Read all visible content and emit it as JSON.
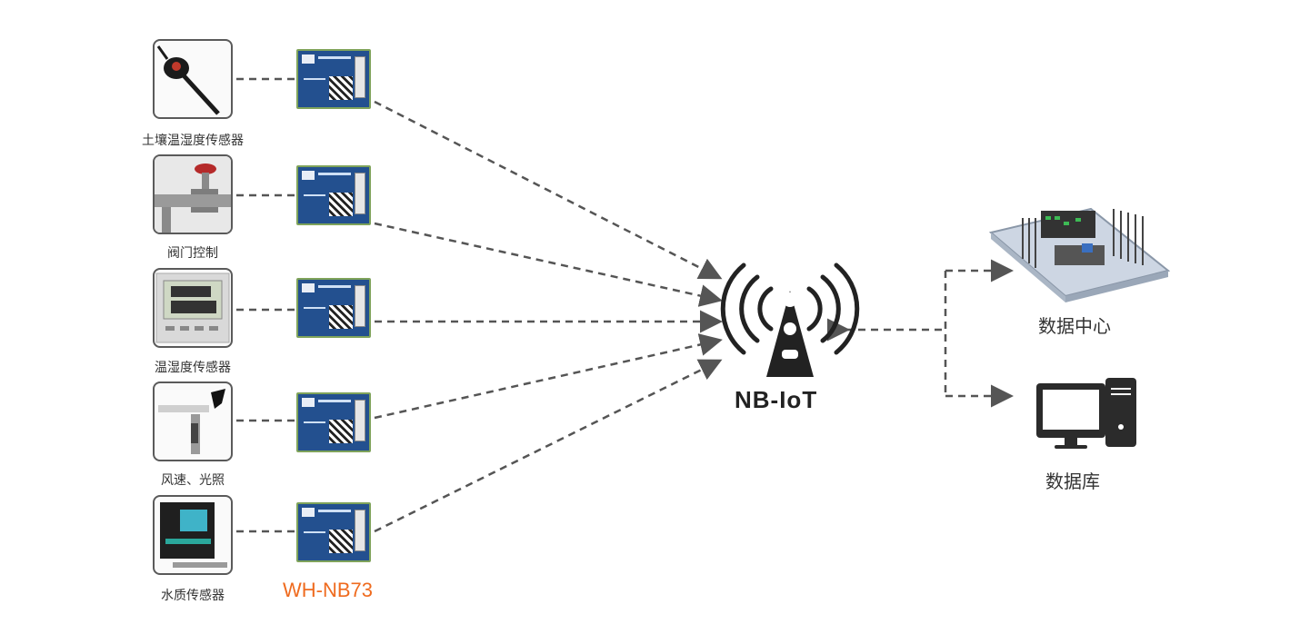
{
  "sensors": [
    {
      "label": "土壤温湿度传感器",
      "icon": "soil-probe-icon"
    },
    {
      "label": "阀门控制",
      "icon": "valve-icon"
    },
    {
      "label": "温湿度传感器",
      "icon": "thermo-hygrometer-icon"
    },
    {
      "label": "风速、光照",
      "icon": "anemometer-icon"
    },
    {
      "label": "水质传感器",
      "icon": "water-quality-icon"
    }
  ],
  "module": {
    "label": "WH-NB73",
    "color": "#ef6b1f"
  },
  "network": {
    "label": "NB-IoT",
    "icon": "cell-tower-icon"
  },
  "targets": [
    {
      "label": "数据中心",
      "icon": "data-center-icon"
    },
    {
      "label": "数据库",
      "icon": "computer-icon"
    }
  ]
}
